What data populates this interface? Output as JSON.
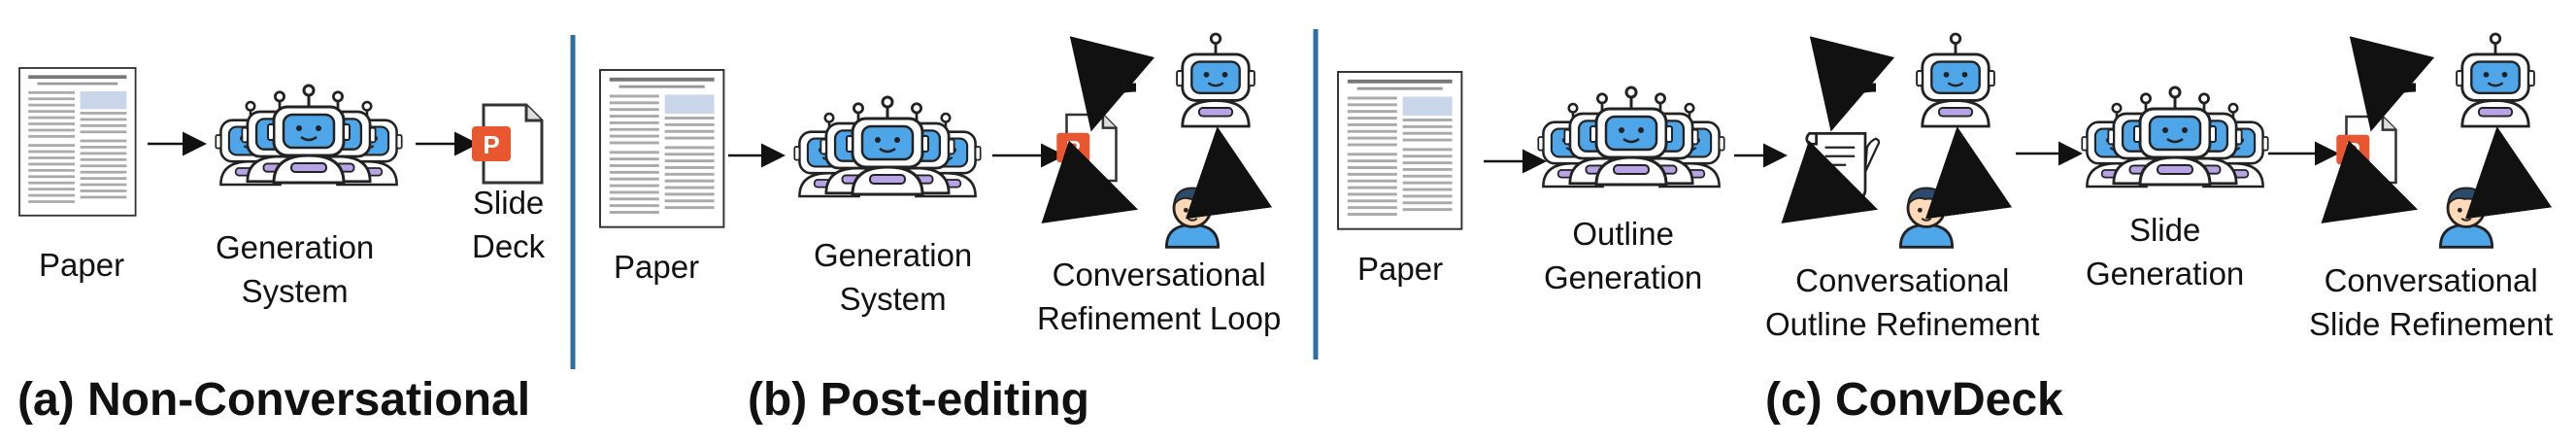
{
  "panel_a": {
    "paper_label": "Paper",
    "system_label_1": "Generation",
    "system_label_2": "System",
    "slide_label_1": "Slide",
    "slide_label_2": "Deck",
    "caption": "(a) Non-Conversational"
  },
  "panel_b": {
    "paper_label": "Paper",
    "system_label_1": "Generation",
    "system_label_2": "System",
    "loop_label_1": "Conversational",
    "loop_label_2": "Refinement Loop",
    "caption": "(b) Post-editing"
  },
  "panel_c": {
    "paper_label": "Paper",
    "outline_gen_1": "Outline",
    "outline_gen_2": "Generation",
    "outline_ref_1": "Conversational",
    "outline_ref_2": "Outline Refinement",
    "slide_gen_1": "Slide",
    "slide_gen_2": "Generation",
    "slide_ref_1": "Conversational",
    "slide_ref_2": "Slide Refinement",
    "caption": "(c) ConvDeck"
  },
  "colors": {
    "robot_blue": "#4ea6e8",
    "robot_purple": "#b8a3e6",
    "slide_orange": "#e8572f",
    "divider_blue": "#2e6fa3",
    "arrow": "#111111"
  }
}
